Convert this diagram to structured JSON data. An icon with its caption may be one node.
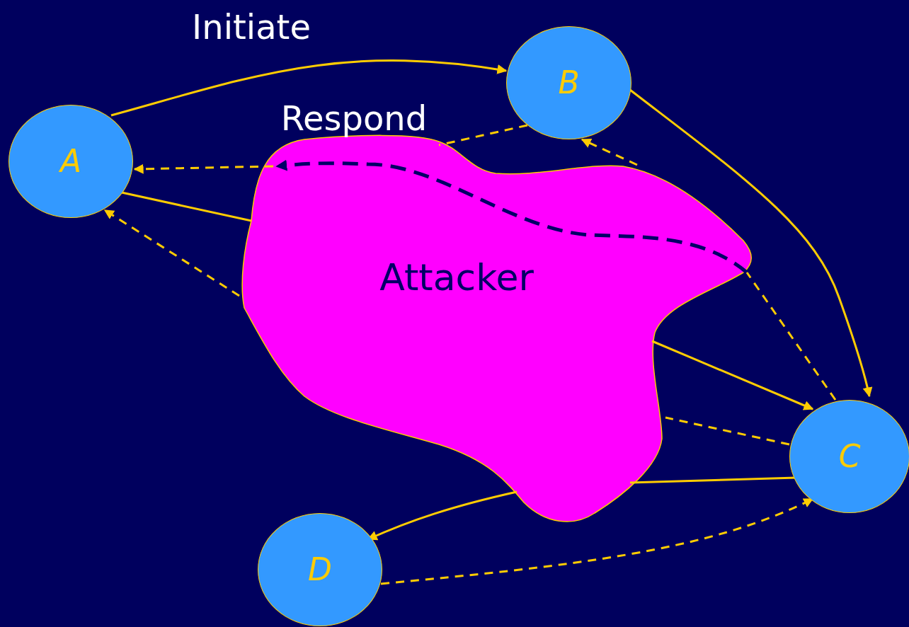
{
  "diagram": {
    "nodes": [
      {
        "text": [
          "A"
        ]
      },
      {
        "text": [
          "B"
        ]
      },
      {
        "text": [
          "C"
        ]
      },
      {
        "text": [
          "D"
        ]
      },
      {
        "text": [
          "Attacker"
        ]
      }
    ],
    "edges": [
      {
        "from": 0,
        "to": 1,
        "arrow": "to",
        "label": "Initiate"
      },
      {
        "from": 1,
        "to": 2,
        "arrow": "to"
      },
      {
        "from": 0,
        "to": 4,
        "arrow": "none"
      },
      {
        "from": 4,
        "to": 2,
        "arrow": "to"
      },
      {
        "from": 2,
        "to": 4,
        "arrow": "none",
        "style": "dashed"
      },
      {
        "from": 4,
        "to": 0,
        "arrow": "to",
        "style": "dashed"
      },
      {
        "from": 2,
        "to": 4,
        "arrow": "none"
      },
      {
        "from": 4,
        "to": 3,
        "arrow": "to"
      },
      {
        "from": 3,
        "to": 2,
        "arrow": "to",
        "style": "dashed"
      },
      {
        "from": 1,
        "to": 4,
        "arrow": "none",
        "style": "dashed",
        "label": "Respond"
      },
      {
        "from": 4,
        "to": 0,
        "arrow": "to",
        "style": "dashed"
      },
      {
        "from": 2,
        "to": 4,
        "arrow": "none",
        "style": "dashed"
      },
      {
        "from": 4,
        "to": 1,
        "arrow": "to",
        "style": "dashed"
      }
    ]
  }
}
